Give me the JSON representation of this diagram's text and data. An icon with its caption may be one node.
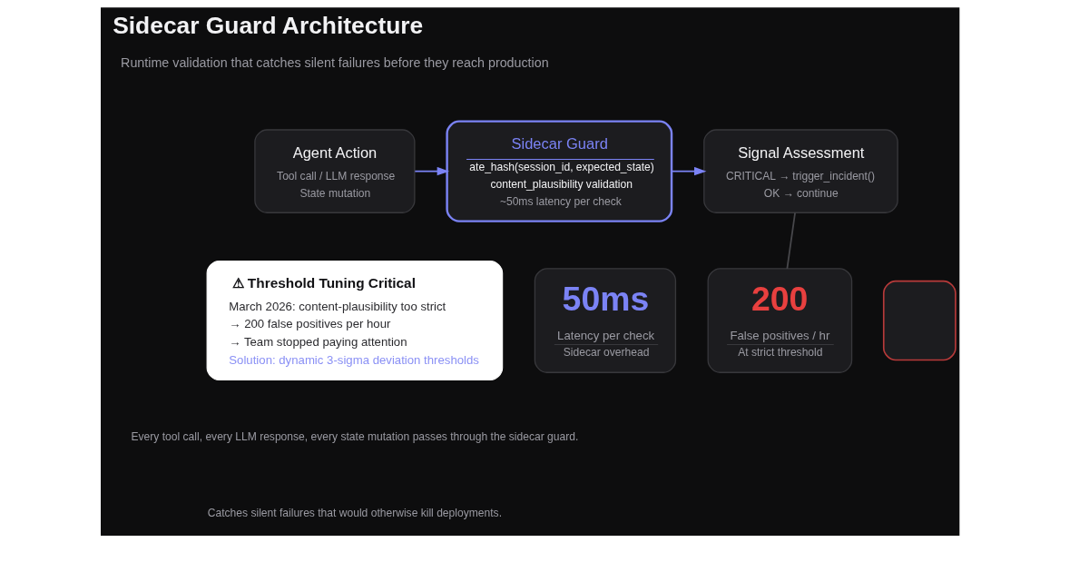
{
  "diagram": {
    "title": "Sidecar Guard Architecture",
    "nodes": [
      {
        "text": [
          "Agent Action",
          "Tool call / LLM response",
          "State mutation"
        ]
      },
      {
        "text": [
          "Sidecar Guard",
          "ate_hash(session_id, expected_state)",
          "content_plausibility validation",
          "~50ms latency per check"
        ]
      },
      {
        "text": [
          "Signal Assessment",
          "CRITICAL → trigger_incident()",
          "OK → continue"
        ]
      },
      {
        "text": [
          "⚠ Threshold Tuning Critical",
          "March 2026: content-plausibility too strict",
          "→ 200 false positives per hour",
          "→ Team stopped paying attention",
          "Solution: dynamic 3-sigma deviation thresholds"
        ]
      },
      {
        "text": [
          "50ms",
          "Latency per check",
          "Sidecar overhead"
        ]
      },
      {
        "text": [
          "200",
          "False positives / hr",
          "At strict threshold"
        ]
      },
      {
        "text": [],
        "shape": "box"
      }
    ],
    "edges": [
      {
        "from": 0,
        "to": 1,
        "arrow": "to"
      },
      {
        "from": 1,
        "to": 2,
        "arrow": "to"
      },
      {
        "from": 2,
        "to": 5,
        "arrow": "none",
        "color": "#48484c"
      }
    ],
    "labels": [
      "Runtime validation that catches silent failures before they reach production",
      "Every tool call, every LLM response, every state mutation passes through the sidecar guard.",
      "Catches silent failures that would otherwise kill deployments."
    ]
  }
}
